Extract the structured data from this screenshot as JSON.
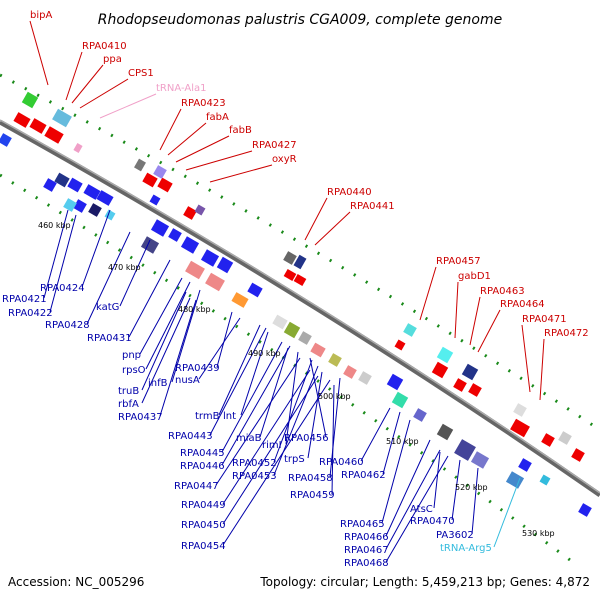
{
  "title": "Rhodopseudomonas palustris CGA009, complete genome",
  "footer": {
    "accession": "Accession: NC_005296",
    "summary": "Topology: circular; Length: 5,459,213 bp; Genes: 4,872"
  },
  "colors": {
    "plus_strand_label": "#cc0000",
    "minus_strand_label": "#0000aa",
    "trna_plus": "#f0a0c8",
    "trna_minus": "#33bbdd",
    "backbone": "#888888",
    "gc_dots": "#1a8a1a"
  },
  "ticks": [
    "460 kbp",
    "470 kbp",
    "480 kbp",
    "490 kbp",
    "500 kbp",
    "510 kbp",
    "520 kbp",
    "530 kbp"
  ],
  "labels_top": [
    "bipA",
    "RPA0410",
    "ppa",
    "CPS1",
    "tRNA-Ala1",
    "RPA0423",
    "fabA",
    "fabB",
    "RPA0427",
    "oxyR",
    "RPA0440",
    "RPA0441",
    "RPA0457",
    "gabD1",
    "RPA0463",
    "RPA0464",
    "RPA0471",
    "RPA0472"
  ],
  "labels_bottom": [
    "RPA0424",
    "RPA0421",
    "RPA0422",
    "katG",
    "RPA0428",
    "RPA0431",
    "pnp",
    "rpsO",
    "infB",
    "truB",
    "rbfA",
    "RPA0439",
    "nusA",
    "RPA0437",
    "trmB",
    "lnt",
    "RPA0443",
    "miaB",
    "rimI",
    "RPA0456",
    "RPA0445",
    "RPA0446",
    "RPA0452",
    "trpS",
    "RPA0453",
    "RPA0447",
    "RPA0458",
    "RPA0460",
    "RPA0462",
    "RPA0449",
    "RPA0459",
    "RPA0450",
    "RPA0454",
    "AtsC",
    "RPA0465",
    "RPA0470",
    "RPA0466",
    "PA3602",
    "RPA0467",
    "tRNA-Arg5",
    "RPA0468"
  ]
}
